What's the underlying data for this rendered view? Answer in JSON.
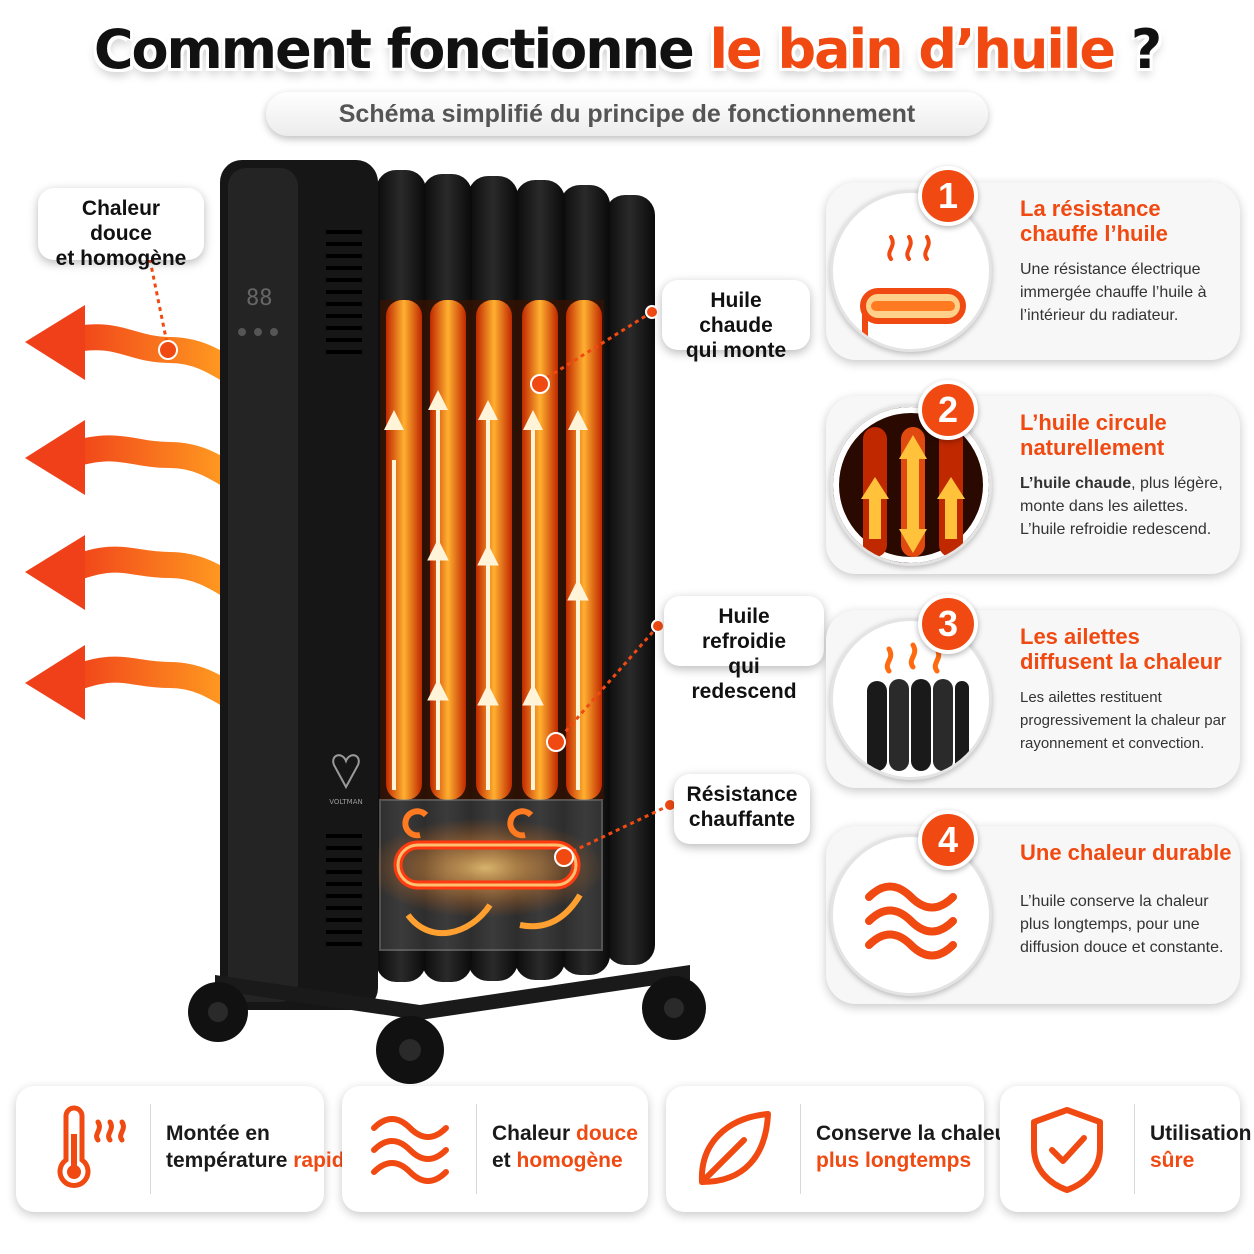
{
  "header": {
    "title_main": "Comment fonctionne",
    "title_accent": "le bain d’huile",
    "title_end": "?",
    "subtitle": "Schéma simplifié du principe de fonctionnement"
  },
  "heater": {
    "display": "88",
    "brand": "VOLTMAN"
  },
  "callouts": {
    "soft_heat": [
      "Chaleur douce",
      "et homogène"
    ],
    "hot_oil": [
      "Huile chaude",
      "qui monte"
    ],
    "cool_oil": [
      "Huile refroidie",
      "qui redescend"
    ],
    "resistance": [
      "Résistance",
      "chauffante"
    ]
  },
  "steps": [
    {
      "number": "1",
      "title": "La résistance chauffe l’huile",
      "desc": "Une résistance électrique immergée chauffe l’huile à l’intérieur du radiateur.",
      "icon": "heating-element-icon"
    },
    {
      "number": "2",
      "title": "L’huile circule naturellement",
      "desc_bold": "L’huile chaude",
      "desc": ", plus légère, monte dans les ailettes. L’huile refroidie redescend.",
      "icon": "circulation-arrows-icon"
    },
    {
      "number": "3",
      "title": "Les ailettes diffusent la chaleur",
      "desc": "Les ailettes restituent progressivement la chaleur par rayonnement et convection.",
      "icon": "fins-heat-icon"
    },
    {
      "number": "4",
      "title": "Une chaleur durable",
      "desc": "L’huile conserve la chaleur plus longtemps, pour une diffusion douce et constante.",
      "icon": "heat-waves-icon"
    }
  ],
  "features": [
    {
      "line1": "Montée en",
      "line2_plain": "température ",
      "line2_hl": "rapide",
      "icon": "thermometer-icon"
    },
    {
      "line1_plain": "Chaleur ",
      "line1_hl": "douce",
      "line2_plain": "et ",
      "line2_hl": "homogène",
      "icon": "waves-icon"
    },
    {
      "line1": "Conserve la chaleur",
      "line2_hl": "plus longtemps",
      "icon": "leaf-icon"
    },
    {
      "line1": "Utilisation",
      "line2_hl": "sûre",
      "icon": "shield-check-icon"
    }
  ],
  "colors": {
    "accent": "#f04a12",
    "heater_body": "#151515",
    "glow": "#ffb030"
  }
}
